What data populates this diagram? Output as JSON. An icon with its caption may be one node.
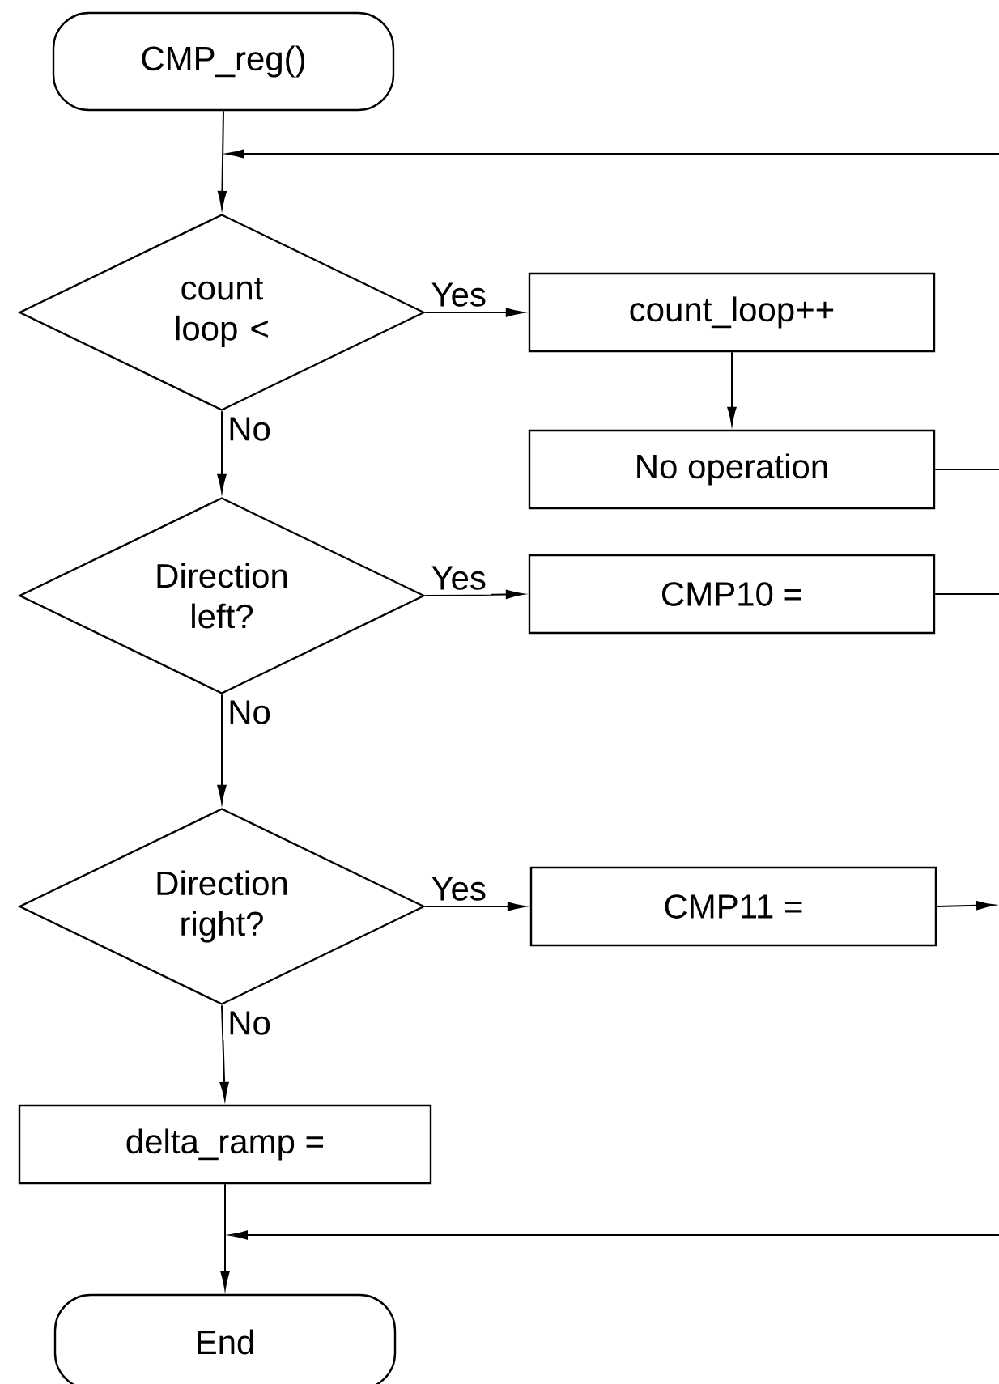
{
  "diagram": {
    "nodes": [
      {
        "text": [
          "CMP_reg()"
        ]
      },
      {
        "text": [
          "count loop <"
        ]
      },
      {
        "text": [
          "count_loop++"
        ]
      },
      {
        "text": [
          "No operation"
        ]
      },
      {
        "text": [
          "Direction left?"
        ]
      },
      {
        "text": [
          "CMP10 ="
        ]
      },
      {
        "text": [
          "Direction right?"
        ]
      },
      {
        "text": [
          "CMP11 ="
        ]
      },
      {
        "text": [
          "delta_ramp ="
        ]
      },
      {
        "text": [
          "End"
        ]
      }
    ],
    "edges": [
      {
        "from": 0,
        "to": 1,
        "arrow": "to"
      },
      {
        "from": null,
        "to": 1,
        "arrow": "to"
      },
      {
        "from": 1,
        "to": 2,
        "arrow": "to",
        "label": "Yes"
      },
      {
        "from": 2,
        "to": 3,
        "arrow": "to"
      },
      {
        "from": 3,
        "to": null,
        "arrow": "none"
      },
      {
        "from": 1,
        "to": 4,
        "arrow": "to",
        "label": "No"
      },
      {
        "from": 4,
        "to": 5,
        "arrow": "to",
        "label": "Yes"
      },
      {
        "from": 5,
        "to": null,
        "arrow": "none"
      },
      {
        "from": 4,
        "to": 6,
        "arrow": "to",
        "label": "No"
      },
      {
        "from": 6,
        "to": 7,
        "arrow": "to",
        "label": "Yes"
      },
      {
        "from": 7,
        "to": null,
        "arrow": "to"
      },
      {
        "from": 6,
        "to": 8,
        "arrow": "to",
        "label": "No"
      },
      {
        "from": 8,
        "to": 9,
        "arrow": "to"
      },
      {
        "from": null,
        "to": 9,
        "arrow": "to"
      }
    ]
  }
}
